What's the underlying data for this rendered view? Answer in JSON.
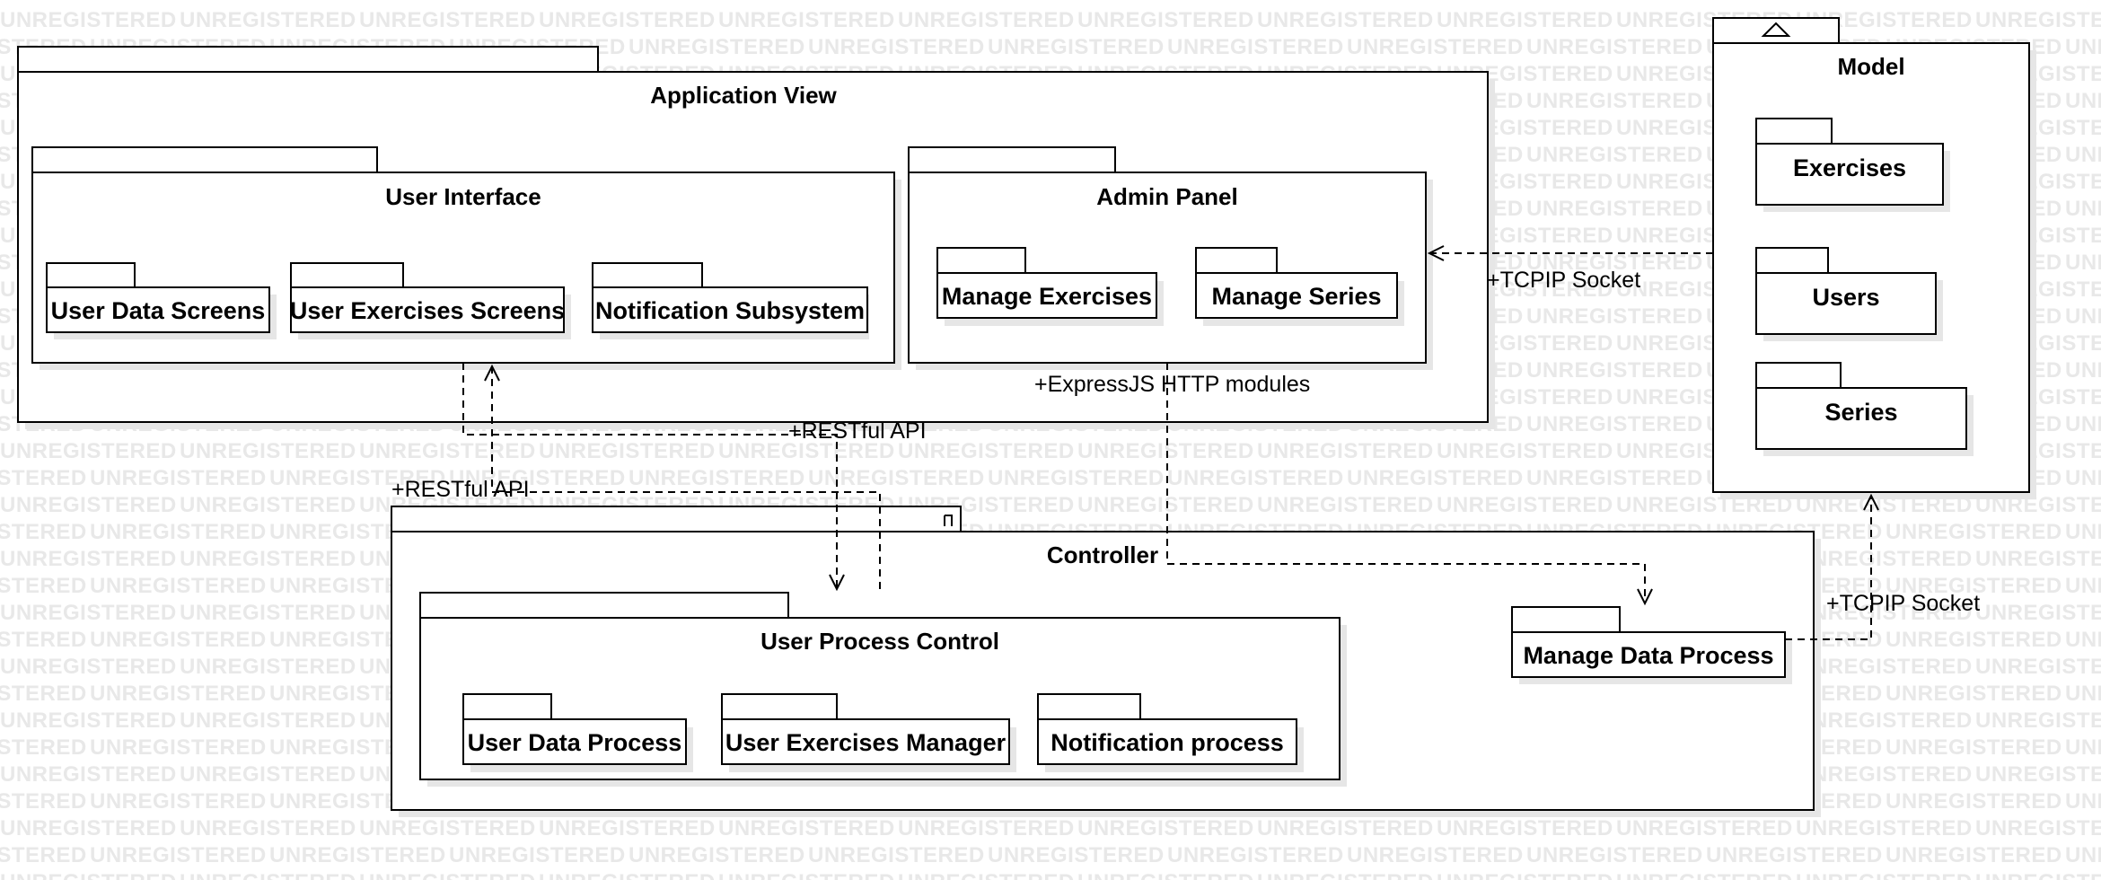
{
  "watermark": "UNREGISTERED",
  "packages": {
    "application_view": "Application View",
    "user_interface": "User Interface",
    "user_data_screens": "User Data Screens",
    "user_exercises_screens": "User Exercises Screens",
    "notification_subsystem": "Notification Subsystem",
    "admin_panel": "Admin Panel",
    "manage_exercises": "Manage Exercises",
    "manage_series": "Manage Series",
    "model": "Model",
    "exercises": "Exercises",
    "users": "Users",
    "series": "Series",
    "controller": "Controller",
    "user_process_control": "User Process Control",
    "user_data_process": "User Data Process",
    "user_exercises_manager": "User Exercises Manager",
    "notification_process": "Notification process",
    "manage_data_process": "Manage Data Process"
  },
  "edges": {
    "model_to_admin": "+TCPIP Socket",
    "admin_to_manage_data": "+ExpressJS HTTP modules",
    "ui_to_controller": "+RESTful API",
    "controller_to_ui": "+RESTful API",
    "manage_data_to_model": "+TCPIP Socket"
  }
}
